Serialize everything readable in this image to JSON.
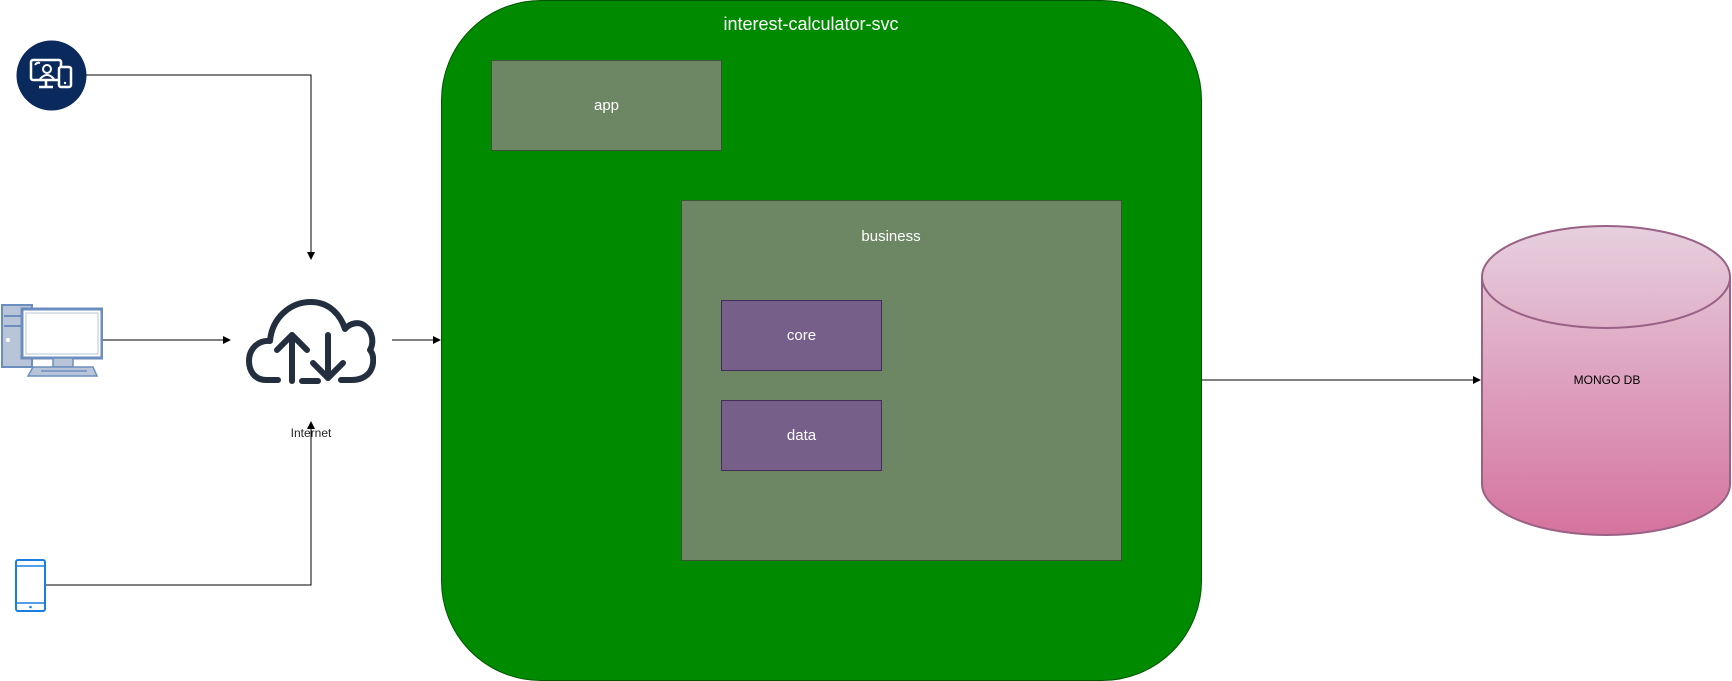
{
  "service": {
    "title": "interest-calculator-svc"
  },
  "app": {
    "label": "app"
  },
  "business": {
    "label": "business",
    "core_label": "core",
    "data_label": "data"
  },
  "cloud": {
    "label": "Internet"
  },
  "database": {
    "label": "MONGO DB"
  },
  "colors": {
    "service_fill": "#008a00",
    "package_fill": "#6d8764",
    "module_fill": "#76608a",
    "db_fill_top": "#e6d0de",
    "db_fill_bottom": "#d5739d",
    "db_stroke": "#996185",
    "desktop_blue": "#6c8ebf",
    "mobile_blue": "#1a7ee0",
    "badge_navy": "#0a2a5e"
  }
}
